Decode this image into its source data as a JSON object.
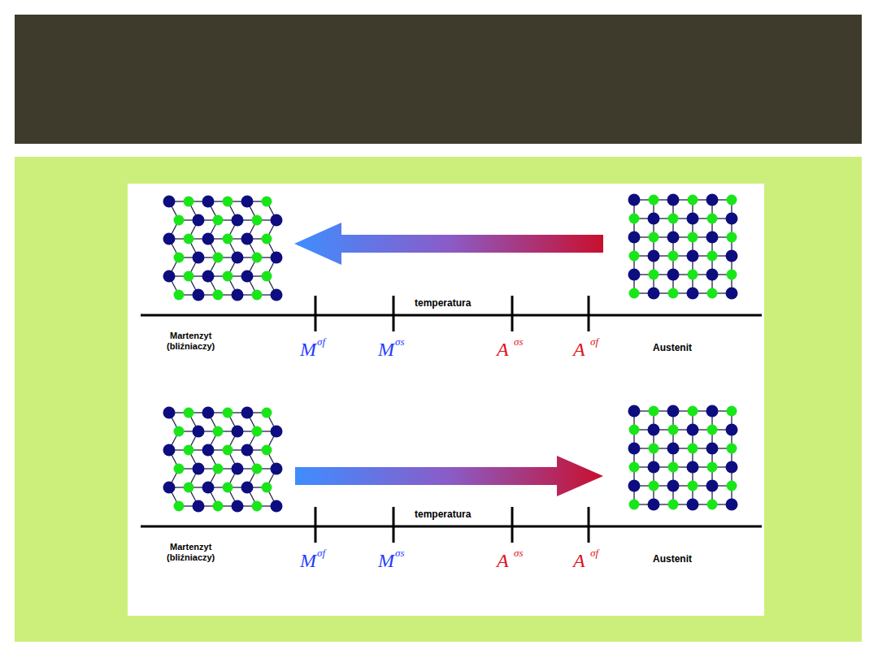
{
  "diagram": {
    "labels": [
      "temperatura",
      "Martenzyt (bliźniaczy)",
      "M",
      "σf",
      "M",
      "σs",
      "A",
      "σs",
      "A",
      "σf",
      "Austenit",
      "temperatura",
      "Martenzyt (bliźniaczy)",
      "M",
      "σf",
      "M",
      "σs",
      "A",
      "σs",
      "A",
      "σf",
      "Austenit"
    ]
  }
}
